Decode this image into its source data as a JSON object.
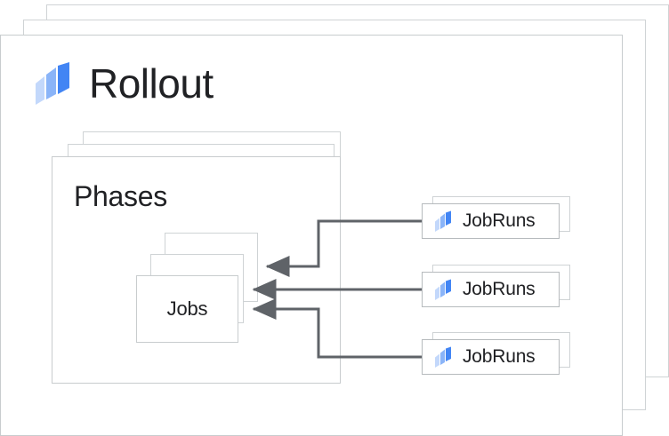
{
  "diagram": {
    "title": "Rollout",
    "rollout": {
      "label": "Rollout",
      "logo_icon": "rollout-logo-icon",
      "stack_count": 3
    },
    "phases": {
      "label": "Phases",
      "stack_count": 3
    },
    "jobs": {
      "label": "Jobs",
      "stack_count": 3
    },
    "jobruns": [
      {
        "label": "JobRuns",
        "logo_icon": "jobrun-logo-icon",
        "stack_count": 2
      },
      {
        "label": "JobRuns",
        "logo_icon": "jobrun-logo-icon",
        "stack_count": 2
      },
      {
        "label": "JobRuns",
        "logo_icon": "jobrun-logo-icon",
        "stack_count": 2
      }
    ],
    "connectors": [
      {
        "from": "jobruns-1",
        "to": "jobs",
        "arrow": "left"
      },
      {
        "from": "jobruns-2",
        "to": "jobs",
        "arrow": "left"
      },
      {
        "from": "jobruns-3",
        "to": "jobs",
        "arrow": "left"
      }
    ],
    "colors": {
      "logo_light": "#c3d8fb",
      "logo_mid": "#8ab4f8",
      "logo_dark": "#4285f4",
      "card_border": "#c8ccce",
      "ghost_border": "#cfd3d5",
      "connector": "#5f6368",
      "text": "#202124",
      "background": "#ffffff"
    }
  }
}
